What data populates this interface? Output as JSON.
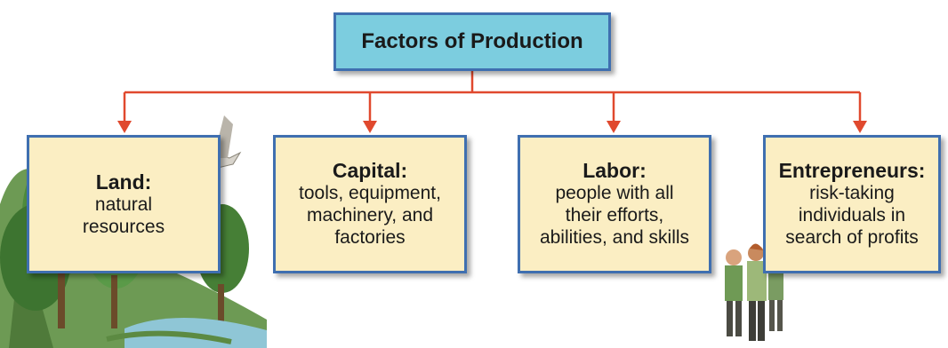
{
  "diagram": {
    "root": {
      "label": "Factors of Production"
    },
    "factors": [
      {
        "title": "Land:",
        "lines": [
          "natural",
          "resources"
        ]
      },
      {
        "title": "Capital:",
        "lines": [
          "tools, equipment,",
          "machinery, and",
          "factories"
        ]
      },
      {
        "title": "Labor:",
        "lines": [
          "people with all",
          "their efforts,",
          "abilities, and skills"
        ]
      },
      {
        "title": "Entrepreneurs:",
        "lines": [
          "risk-taking",
          "individuals in",
          "search of profits"
        ]
      }
    ]
  },
  "colors": {
    "root_fill": "#7ccddf",
    "box_fill": "#fbeec3",
    "box_border": "#3f6fb0",
    "connector": "#e0492e"
  }
}
